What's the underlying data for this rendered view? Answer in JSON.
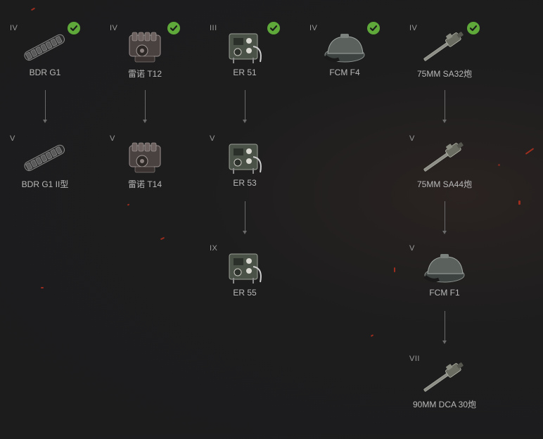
{
  "modules": [
    {
      "id": "bdr-g1",
      "tier": "IV",
      "name": "BDR G1",
      "researched": true,
      "icon": "tracks-icon"
    },
    {
      "id": "leno-t12",
      "tier": "IV",
      "name": "雷诺 T12",
      "researched": true,
      "icon": "engine-icon"
    },
    {
      "id": "er51",
      "tier": "III",
      "name": "ER 51",
      "researched": true,
      "icon": "radio-icon"
    },
    {
      "id": "fcm-f4",
      "tier": "IV",
      "name": "FCM F4",
      "researched": true,
      "icon": "turret-icon"
    },
    {
      "id": "sa32",
      "tier": "IV",
      "name": "75MM SA32炮",
      "researched": true,
      "icon": "gun-icon"
    },
    {
      "id": "bdr-g1-ii",
      "tier": "V",
      "name": "BDR G1 II型",
      "researched": false,
      "icon": "tracks-icon"
    },
    {
      "id": "leno-t14",
      "tier": "V",
      "name": "雷诺 T14",
      "researched": false,
      "icon": "engine-icon"
    },
    {
      "id": "er53",
      "tier": "V",
      "name": "ER 53",
      "researched": false,
      "icon": "radio-icon"
    },
    {
      "id": "sa44",
      "tier": "V",
      "name": "75MM SA44炮",
      "researched": false,
      "icon": "gun-icon"
    },
    {
      "id": "er55",
      "tier": "IX",
      "name": "ER 55",
      "researched": false,
      "icon": "radio-icon"
    },
    {
      "id": "fcm-f1",
      "tier": "V",
      "name": "FCM F1",
      "researched": false,
      "icon": "turret-icon"
    },
    {
      "id": "dca30",
      "tier": "VII",
      "name": "90MM DCA 30炮",
      "researched": false,
      "icon": "gun-icon"
    }
  ],
  "colors": {
    "check": "#5fa93a",
    "background": "#1c1c1d",
    "arrow": "#6b6b6b",
    "text": "#b9b9b9"
  }
}
